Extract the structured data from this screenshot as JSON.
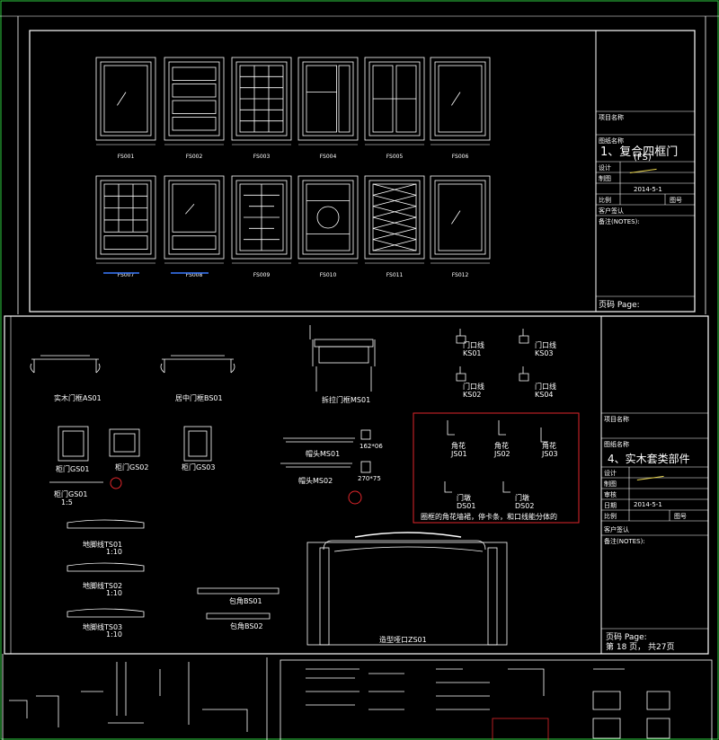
{
  "sheet1": {
    "row1_labels": [
      "FS001",
      "FS002",
      "FS003",
      "FS004",
      "FS005",
      "FS006"
    ],
    "row2_labels": [
      "FS007",
      "FS008",
      "FS009",
      "FS010",
      "FS011",
      "FS012"
    ],
    "title_block": {
      "project_label": "项目名称",
      "drawing_label": "图纸名称",
      "drawing_title": "1、复合四框门",
      "drawing_code": "(FS)",
      "design_label": "设计",
      "draw_label": "制图",
      "date": "2014-5-1",
      "scale_label": "比例",
      "sheet_label": "图号",
      "client_label": "客户签认",
      "notes_title": "备注(NOTES):",
      "page_label": "页码 Page:"
    }
  },
  "sheet2": {
    "labels": {
      "as01": "实木门框AS01",
      "bs01": "居中门框BS01",
      "ms01": "拆拉门框MS01",
      "ks01": "门口线\nKS01",
      "ks03": "门口线\nKS03",
      "ks02": "门口线\nKS02",
      "ks04": "门口线\nKS04",
      "gs01": "柜门GS01",
      "gs02": "柜门GS02",
      "gs03": "柜门GS03",
      "gs01b": "柜门GS01",
      "scale15": "1:5",
      "ms01b": "帽头MS01",
      "ms02": "帽头MS02",
      "dim1": "162*06",
      "dim2": "270*75",
      "ts01": "地脚线TS01",
      "ts02": "地脚线TS02",
      "ts03": "地脚线TS03",
      "scale110a": "1:10",
      "scale110b": "1:10",
      "scale110c": "1:10",
      "bs01b": "包角BS01",
      "bs02": "包角BS02",
      "zs01": "造型哑口ZS01",
      "js_label1": "角花\nJS01",
      "js_label2": "角花\nJS02",
      "js_label3": "角花\nJS03",
      "ds01": "门墩\nDS01",
      "ds02": "门墩\nDS02",
      "note_box": "圈框的角花墙裙，停卡条，和口线能分体的"
    },
    "title_block": {
      "project_label": "项目名称",
      "drawing_label": "图纸名称",
      "drawing_title": "4、实木套类部件",
      "design_label": "设计",
      "draw_label": "制图",
      "check_label": "审核",
      "date_label": "日期",
      "date": "2014-5-1",
      "scale_label": "比例",
      "sheet_label": "图号",
      "client_label": "客户签认",
      "notes_title": "备注(NOTES):",
      "page_label": "页码 Page:",
      "page_text": "第 18 页，  共27页"
    }
  }
}
